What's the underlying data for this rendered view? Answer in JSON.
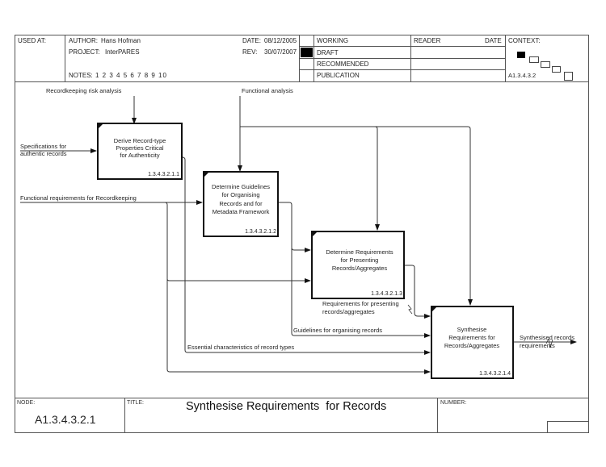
{
  "header": {
    "used_at_label": "USED AT:",
    "author_label": "AUTHOR:",
    "author": "Hans Hofman",
    "project_label": "PROJECT:",
    "project": "InterPARES",
    "notes_label": "NOTES:",
    "notes": "1 2 3 4 5 6 7 8 9 10",
    "date_label": "DATE:",
    "date": "08/12/2005",
    "rev_label": "REV:",
    "rev": "30/07/2007",
    "status_rows": [
      {
        "label": "WORKING",
        "checked": false
      },
      {
        "label": "DRAFT",
        "checked": true
      },
      {
        "label": "RECOMMENDED",
        "checked": false
      },
      {
        "label": "PUBLICATION",
        "checked": false
      }
    ],
    "reader_label": "READER",
    "reader_date_label": "DATE",
    "context_label": "CONTEXT:",
    "context_node": "A1.3.4.3.2"
  },
  "diagram": {
    "activities": [
      {
        "id": "box1",
        "lines": [
          "Derive Record-type",
          "Properties Critical",
          "for Authenticity"
        ],
        "number": "1.3.4.3.2.1.1"
      },
      {
        "id": "box2",
        "lines": [
          "Determine Guidelines",
          "for Organising",
          "Records and for",
          "Metadata Framework"
        ],
        "number": "1.3.4.3.2.1.2"
      },
      {
        "id": "box3",
        "lines": [
          "Determine Requirements",
          "for Presenting",
          "Records/Aggregates"
        ],
        "number": "1.3.4.3.2.1.3"
      },
      {
        "id": "box4",
        "lines": [
          "Synthesise",
          "Requirements for",
          "Records/Aggregates"
        ],
        "number": "1.3.4.3.2.1.4"
      }
    ],
    "arrow_labels": {
      "risk_analysis": "Recordkeeping risk analysis",
      "functional_analysis": "Functional analysis",
      "specifications": [
        "Specifications for",
        "authentic records"
      ],
      "functional_requirements": "Functional requirements for Recordkeeping",
      "presenting_requirements": [
        "Requirements for presenting",
        "records/aggregates"
      ],
      "guidelines": "Guidelines for organising records",
      "essential_characteristics": "Essential characteristics of record types",
      "synthesised_output": [
        "Synthesised records",
        "requirements"
      ]
    }
  },
  "footer": {
    "node_label": "NODE:",
    "node": "A1.3.4.3.2.1",
    "title_label": "TITLE:",
    "title": "Synthesise Requirements  for Records",
    "number_label": "NUMBER:"
  }
}
